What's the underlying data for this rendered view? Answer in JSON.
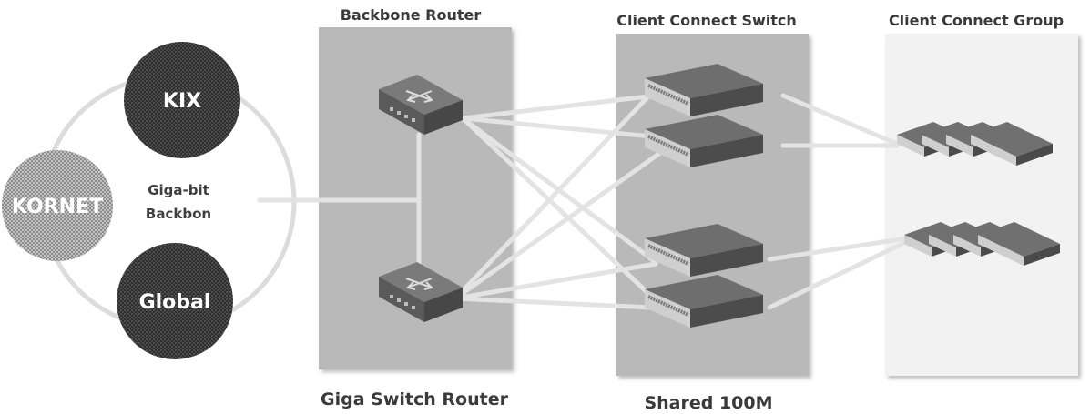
{
  "labels": {
    "backbone_router": "Backbone Router",
    "client_connect_switch": "Client Connect Switch",
    "client_connect_group": "Client Connect Group",
    "giga_switch_router": "Giga Switch Router",
    "shared_100m": "Shared 100M"
  },
  "nodes": {
    "kix": "KIX",
    "kornet": "KORNET",
    "global": "Global",
    "center_line1": "Giga-bit",
    "center_line2": "Backbon"
  },
  "colors": {
    "panel_router": "#b9b9b9",
    "panel_switch": "#b9b9b9",
    "panel_group": "#f2f2f2",
    "link": "#dedede",
    "node_fill": "#3a3a3a"
  }
}
